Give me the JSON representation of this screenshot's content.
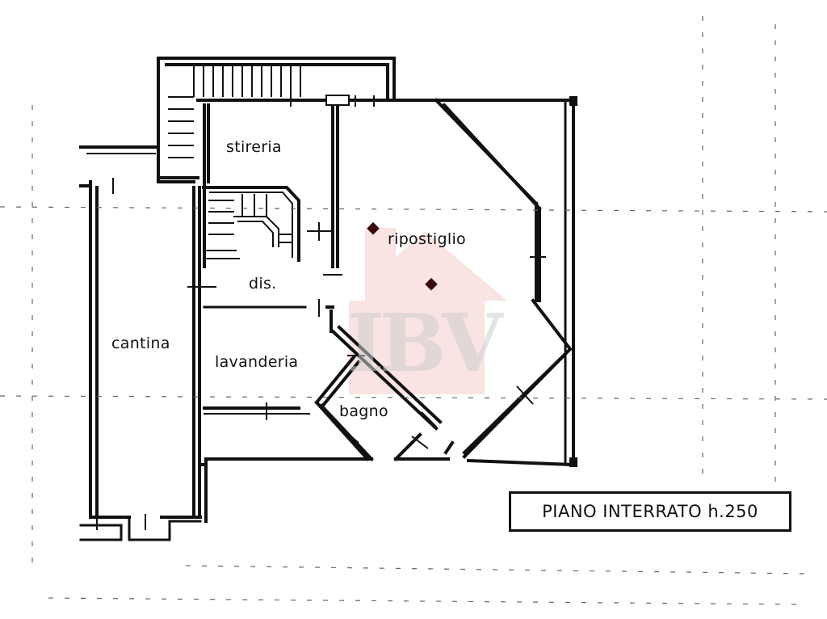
{
  "rooms": {
    "stireria": "stireria",
    "ripostiglio": "ripostiglio",
    "dis": "dis.",
    "cantina": "cantina",
    "lavanderia": "lavanderia",
    "bagno": "bagno"
  },
  "title": "PIANO INTERRATO h.250",
  "watermark": {
    "text": "IBV",
    "roof_color": "#f2c4c4",
    "text_color": "#cfcfcf"
  },
  "colors": {
    "ink": "#111111",
    "paper": "#ffffff",
    "marker": "#4a0e0e"
  }
}
